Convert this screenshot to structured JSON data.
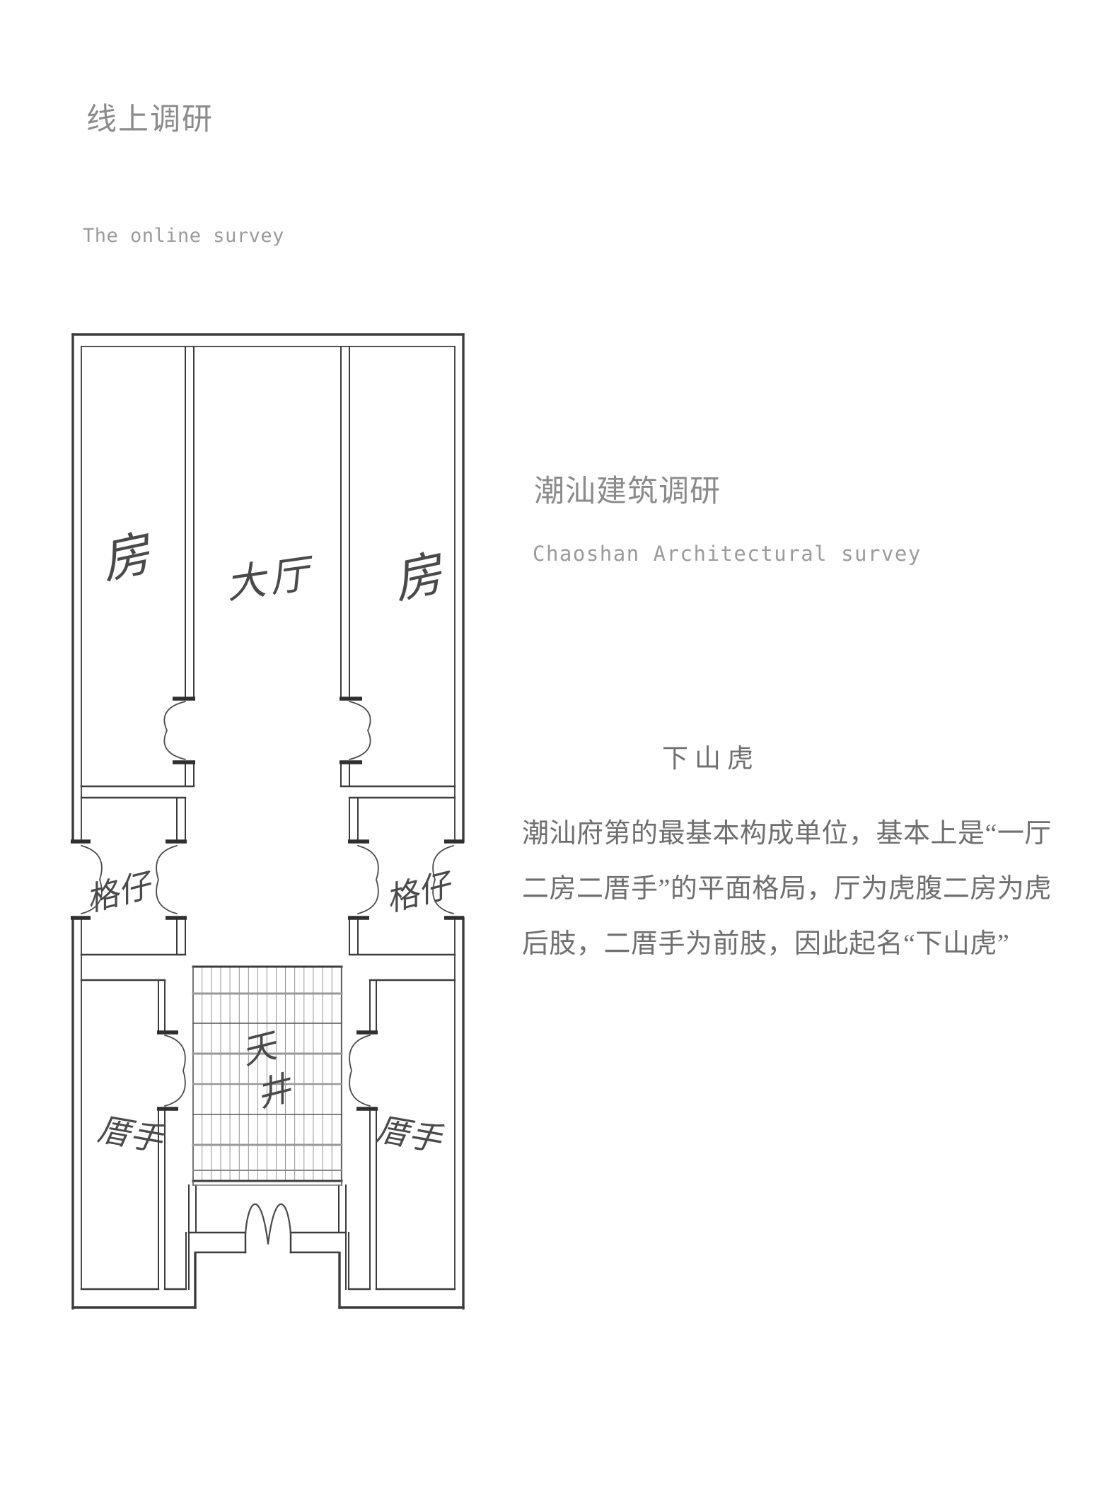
{
  "page_title": {
    "zh": "线上调研",
    "en": "The online survey"
  },
  "right_column": {
    "title_zh": "潮汕建筑调研",
    "title_en": "Chaoshan Architectural survey",
    "section_heading": "下山虎",
    "paragraph_lines": [
      "潮汕府第的最基本构成单位，基本上是“一厅",
      "二房二厝手”的平面格局，厅为虎腹二房为虎",
      "后肢，二厝手为前肢，因此起名“下山虎”"
    ]
  },
  "floor_plan": {
    "labels": {
      "left_room": "房",
      "main_hall": "大厅",
      "right_room": "房",
      "left_cell": "格仔",
      "right_cell": "格仔",
      "courtyard_chars": [
        "天",
        "井"
      ],
      "left_wing": "厝手",
      "right_wing": "厝手"
    }
  },
  "colors": {
    "background": "#ffffff",
    "wall_line": "#3c3c3c",
    "door_arc": "#4a4a4a",
    "hatch_line": "#5a5a5a",
    "hatch_band": "#999999",
    "heading_text": "#8b8b8b",
    "subtitle_text": "#9b9b9b",
    "body_text": "#6f6f6f",
    "plan_label": "#4a4a4a"
  }
}
